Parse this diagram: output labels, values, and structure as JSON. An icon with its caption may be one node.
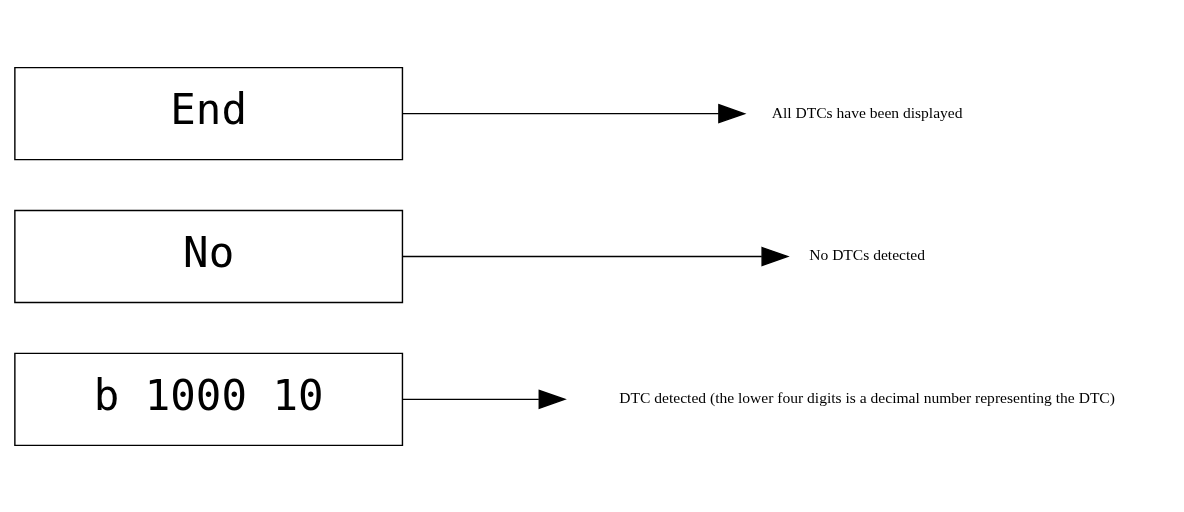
{
  "diagram": {
    "nodes": [
      {
        "text": [
          "b 1000 10"
        ]
      },
      {
        "text": [
          "DTC detected (the lower four digits is a decimal number representing the DTC)"
        ]
      },
      {
        "text": [
          "No"
        ]
      },
      {
        "text": [
          "No DTCs detected"
        ]
      },
      {
        "text": [
          "End"
        ]
      },
      {
        "text": [
          "All DTCs have been displayed"
        ]
      }
    ],
    "edges": [
      {
        "from": 0,
        "to": 1,
        "arrow": "to"
      },
      {
        "from": 2,
        "to": 3,
        "arrow": "to"
      },
      {
        "from": 4,
        "to": 5,
        "arrow": "to"
      }
    ]
  }
}
